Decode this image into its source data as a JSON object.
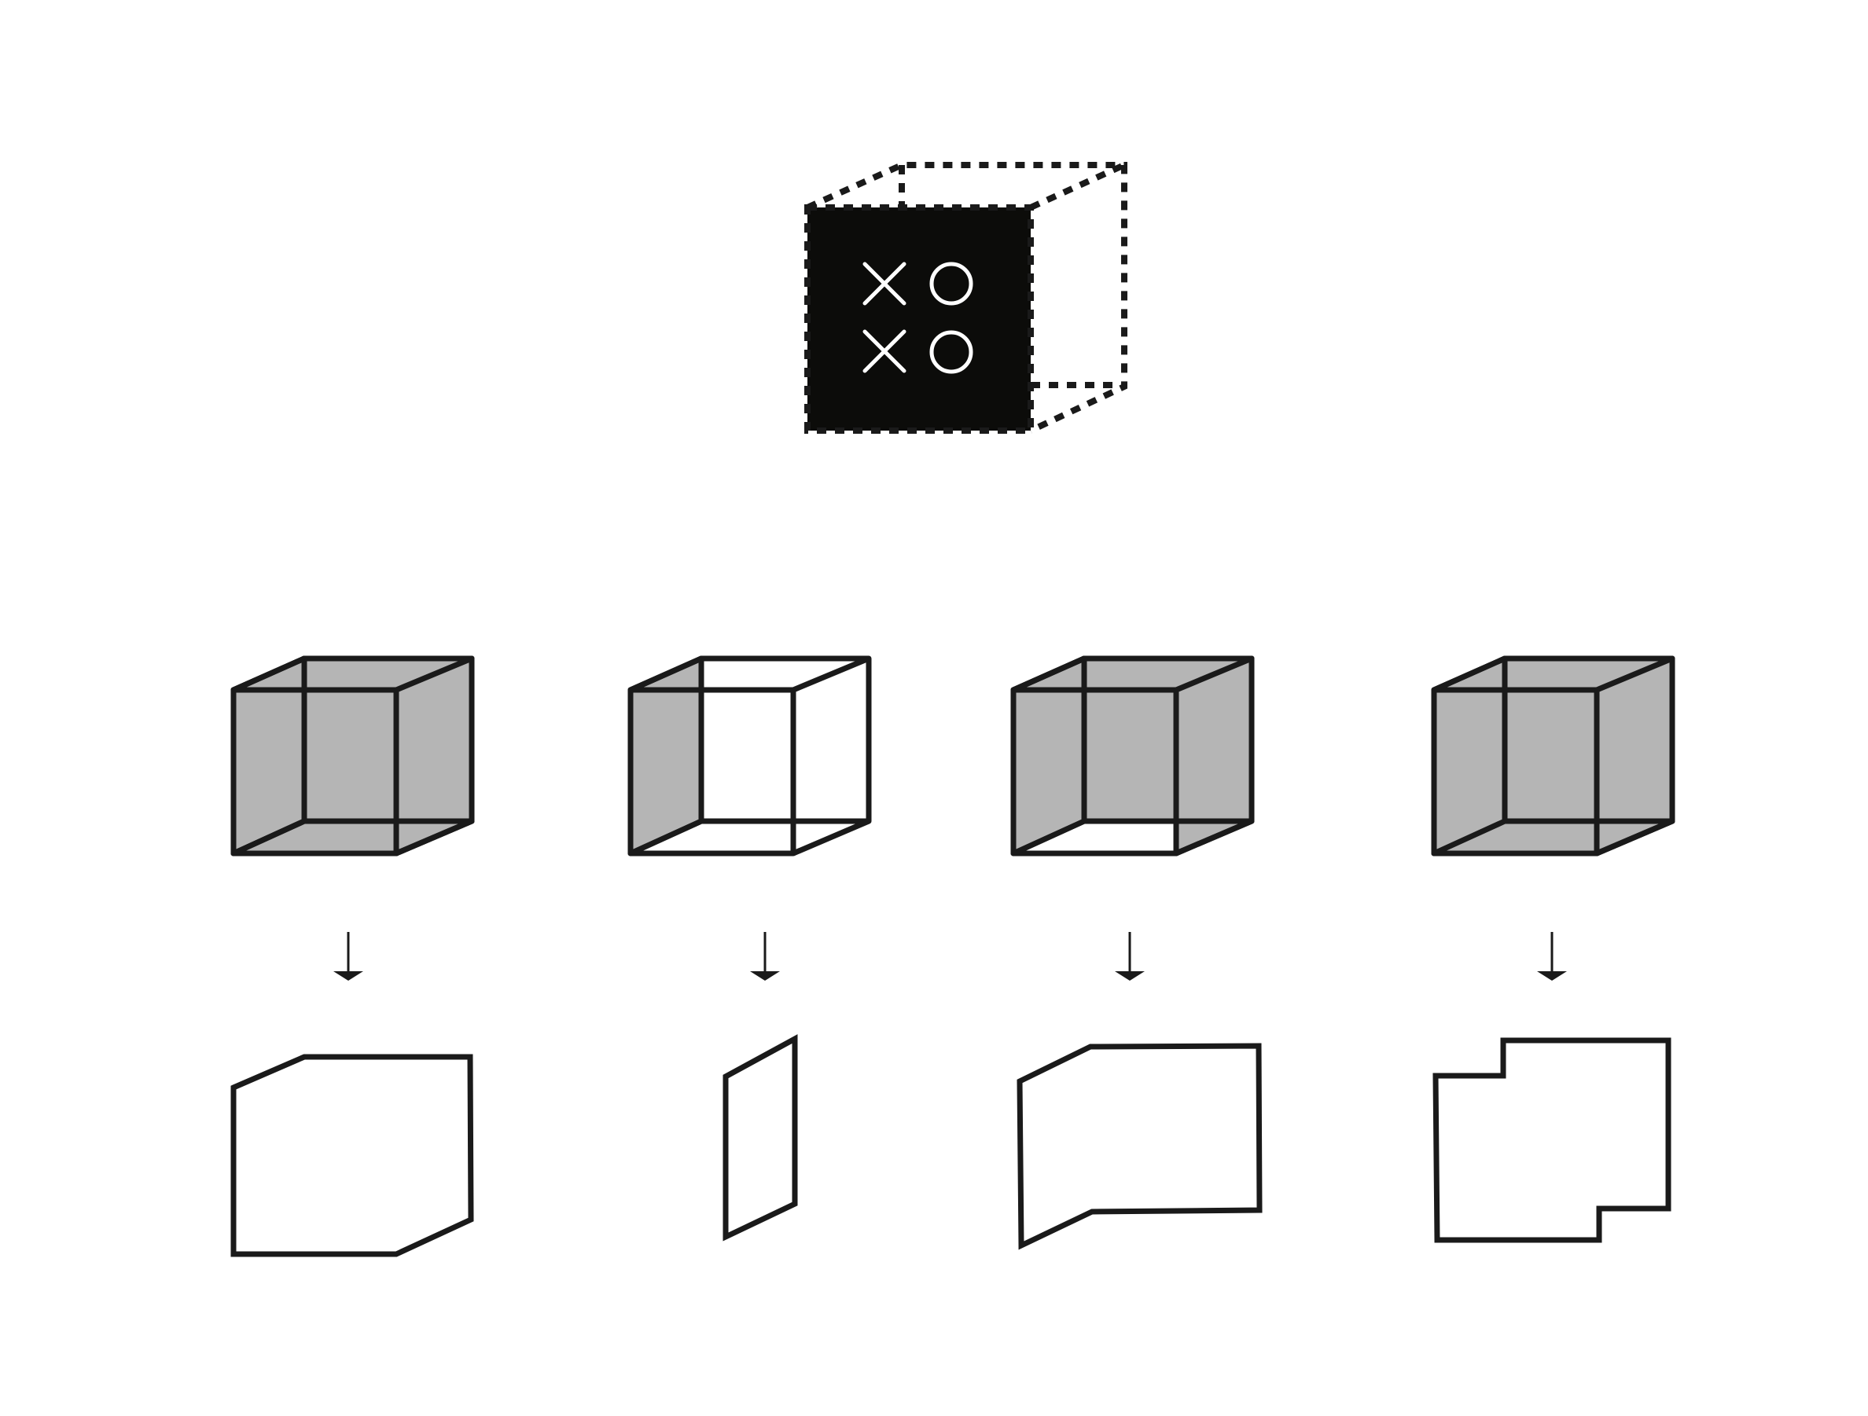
{
  "diagram": {
    "background_color": "#ffffff",
    "stroke_color": "#1a1a1a",
    "shade_color": "#b5b5b5",
    "front_face_color": "#0c0c0a",
    "symbol_color": "#ffffff",
    "top_cube": {
      "front_symbols": [
        "cross",
        "circle",
        "cross",
        "circle"
      ],
      "hidden_edges": "dotted"
    },
    "option_columns": [
      {
        "shaded_faces": [
          "top",
          "left",
          "right",
          "bottom",
          "back"
        ],
        "result_shape": "hexagon-outline"
      },
      {
        "shaded_faces": [
          "left"
        ],
        "result_shape": "parallelogram-outline"
      },
      {
        "shaded_faces": [
          "top",
          "left",
          "right",
          "back"
        ],
        "result_shape": "trapezoid-outline"
      },
      {
        "shaded_faces": [
          "left",
          "right",
          "bottom",
          "back"
        ],
        "result_shape": "stepped-outline"
      }
    ],
    "arrow_icon": "arrow-down-icon"
  }
}
